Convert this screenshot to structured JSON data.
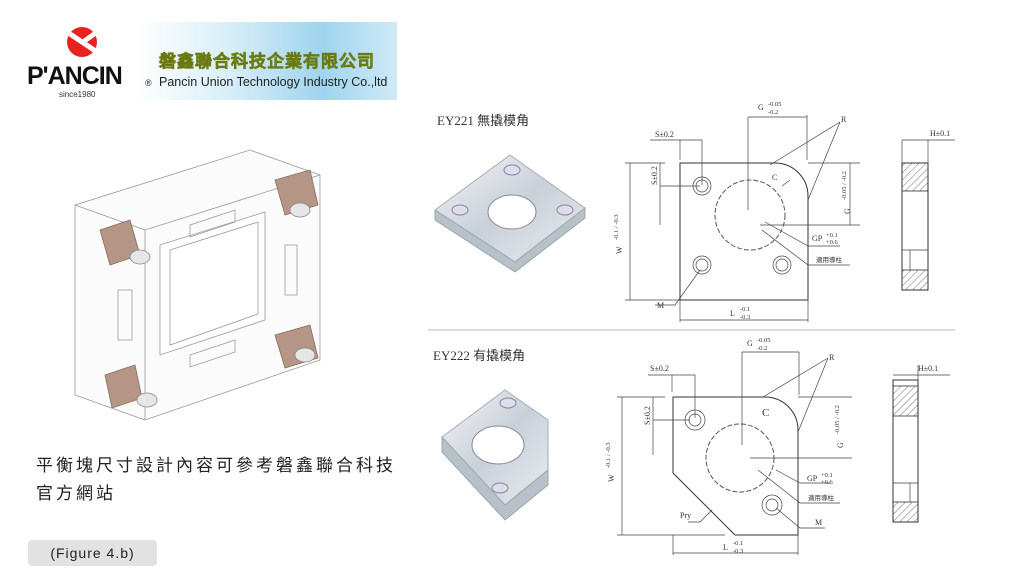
{
  "logo": {
    "brand": "P'ANCIN",
    "registered": "®",
    "since": "since1980",
    "company_cn": "磐鑫聯合科技企業有限公司",
    "company_en": "Pancin Union Technology Industry Co.,ltd"
  },
  "caption": "平衡塊尺寸設計內容可參考磐鑫聯合科技官方網站",
  "figure_label": "(Figure 4.b)",
  "ey221": {
    "title": "EY221 無撬模角",
    "g_top": "G",
    "g_top_tol_up": "-0.05",
    "g_top_tol_low": "-0.2",
    "r": "R",
    "s_h": "S±0.2",
    "s_v": "S±0.2",
    "c": "C",
    "g_right": "G",
    "g_right_tol": "-0.05 / -0.2",
    "w": "W",
    "w_tol": "-0.1 / -0.3",
    "gp": "GP",
    "gp_up": "+0.1",
    "gp_low": "+0.6",
    "guide": "適用導柱",
    "m": "M",
    "l": "L",
    "l_up": "-0.1",
    "l_low": "-0.3",
    "h": "H±0.1"
  },
  "ey222": {
    "title": "EY222 有撬模角",
    "g_top": "G",
    "g_top_tol_up": "-0.05",
    "g_top_tol_low": "-0.2",
    "r": "R",
    "s_h": "S±0.2",
    "s_v": "S±0.2",
    "c": "C",
    "g_right": "G",
    "g_right_tol": "-0.05 / -0.2",
    "w": "W",
    "w_tol": "-0.1 / -0.3",
    "gp": "GP",
    "gp_up": "+0.1",
    "gp_low": "+0.6",
    "guide": "適用導柱",
    "m": "M",
    "pry": "Pry",
    "l": "L",
    "l_up": "-0.1",
    "l_low": "-0.3",
    "h": "H±0.1"
  }
}
